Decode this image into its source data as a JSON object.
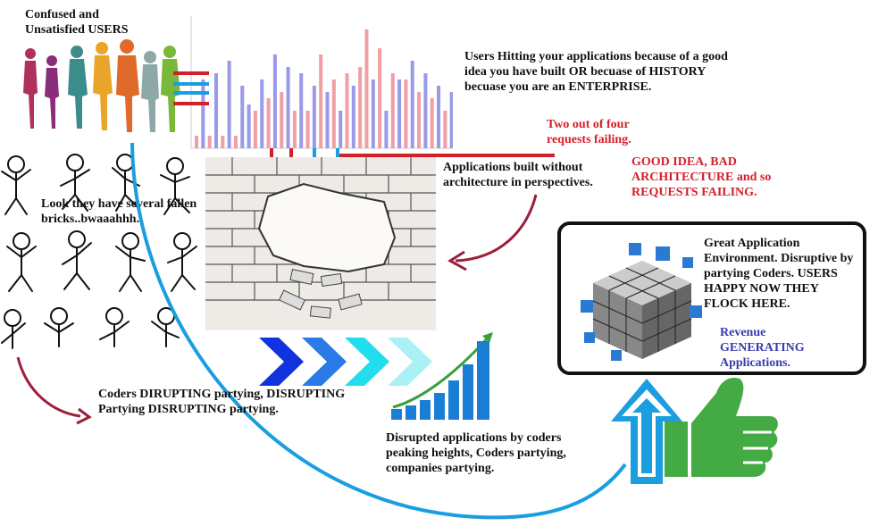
{
  "texts": {
    "confused_users": "Confused and Unsatisfied USERS",
    "users_hitting": "Users Hitting your applications because of a good idea you have built OR becuase of HISTORY becuase you are an ENTERPRISE.",
    "two_of_four": "Two out of four requests failing.",
    "apps_without_arch": "Applications built without architecture in perspectives.",
    "good_idea": "GOOD IDEA, BAD ARCHITECTURE and so REQUESTS FAILING.",
    "fallen_bricks": "Look they have several fallen bricks..bwaaahhh.",
    "great_env": "Great Application Environment. Disruptive by partying Coders. USERS HAPPY NOW THEY FLOCK HERE.",
    "revenue": "Revenue GENERATING Applications.",
    "coders_disrupting": "Coders DIRUPTING partying, DISRUPTING Partying DISRUPTING partying.",
    "disrupted_apps": "Disrupted applications by coders peaking heights, Coders partying, companies partying."
  },
  "colors": {
    "red": "#d4202a",
    "blue_arc": "#1a9ee0",
    "bar_red": "#f0a0a4",
    "bar_blue": "#9a9ae8",
    "maroon_arrow": "#9c1f3a",
    "green_thumb": "#44aa44",
    "chevron_dark": "#1133dd",
    "chevron_light": "#22ddee"
  },
  "icons": [
    "user-silhouettes-icon",
    "stick-figure-icon",
    "brick-wall-icon",
    "chevron-arrows-icon",
    "growth-bars-icon",
    "cube-icon",
    "up-arrow-icon",
    "thumbs-up-icon"
  ]
}
